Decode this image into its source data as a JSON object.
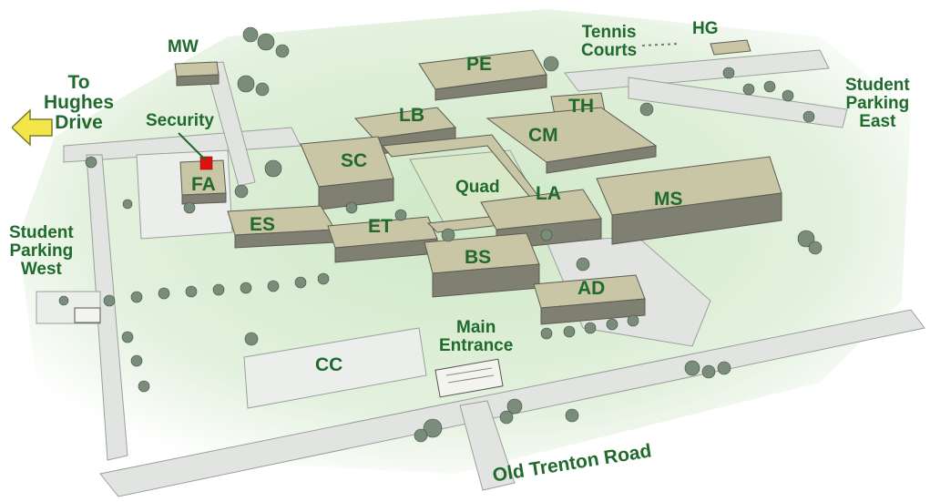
{
  "map": {
    "colors": {
      "lawn_green": "#d7ecd0",
      "label_green": "#1f6a2c",
      "road_gray": "#e2e4e2",
      "building_roof": "#c9c6a6",
      "building_wall": "#7f7f72",
      "security_marker": "#e01010",
      "arrow_yellow": "#f2e64a"
    },
    "labels": {
      "to_hughes": "To\nHughes\nDrive",
      "mw": "MW",
      "security": "Security",
      "fa": "FA",
      "es": "ES",
      "sc": "SC",
      "lb": "LB",
      "pe": "PE",
      "tennis": "Tennis\nCourts",
      "hg": "HG",
      "student_parking_east": "Student\nParking\nEast",
      "th": "TH",
      "cm": "CM",
      "quad": "Quad",
      "la": "LA",
      "ms": "MS",
      "et": "ET",
      "bs": "BS",
      "ad": "AD",
      "student_parking_west": "Student\nParking\nWest",
      "main_entrance": "Main\nEntrance",
      "cc": "CC",
      "old_trenton_road": "Old Trenton Road"
    },
    "icons": {
      "direction_arrow": "arrow-left-icon",
      "security_marker": "square-marker-icon"
    }
  }
}
